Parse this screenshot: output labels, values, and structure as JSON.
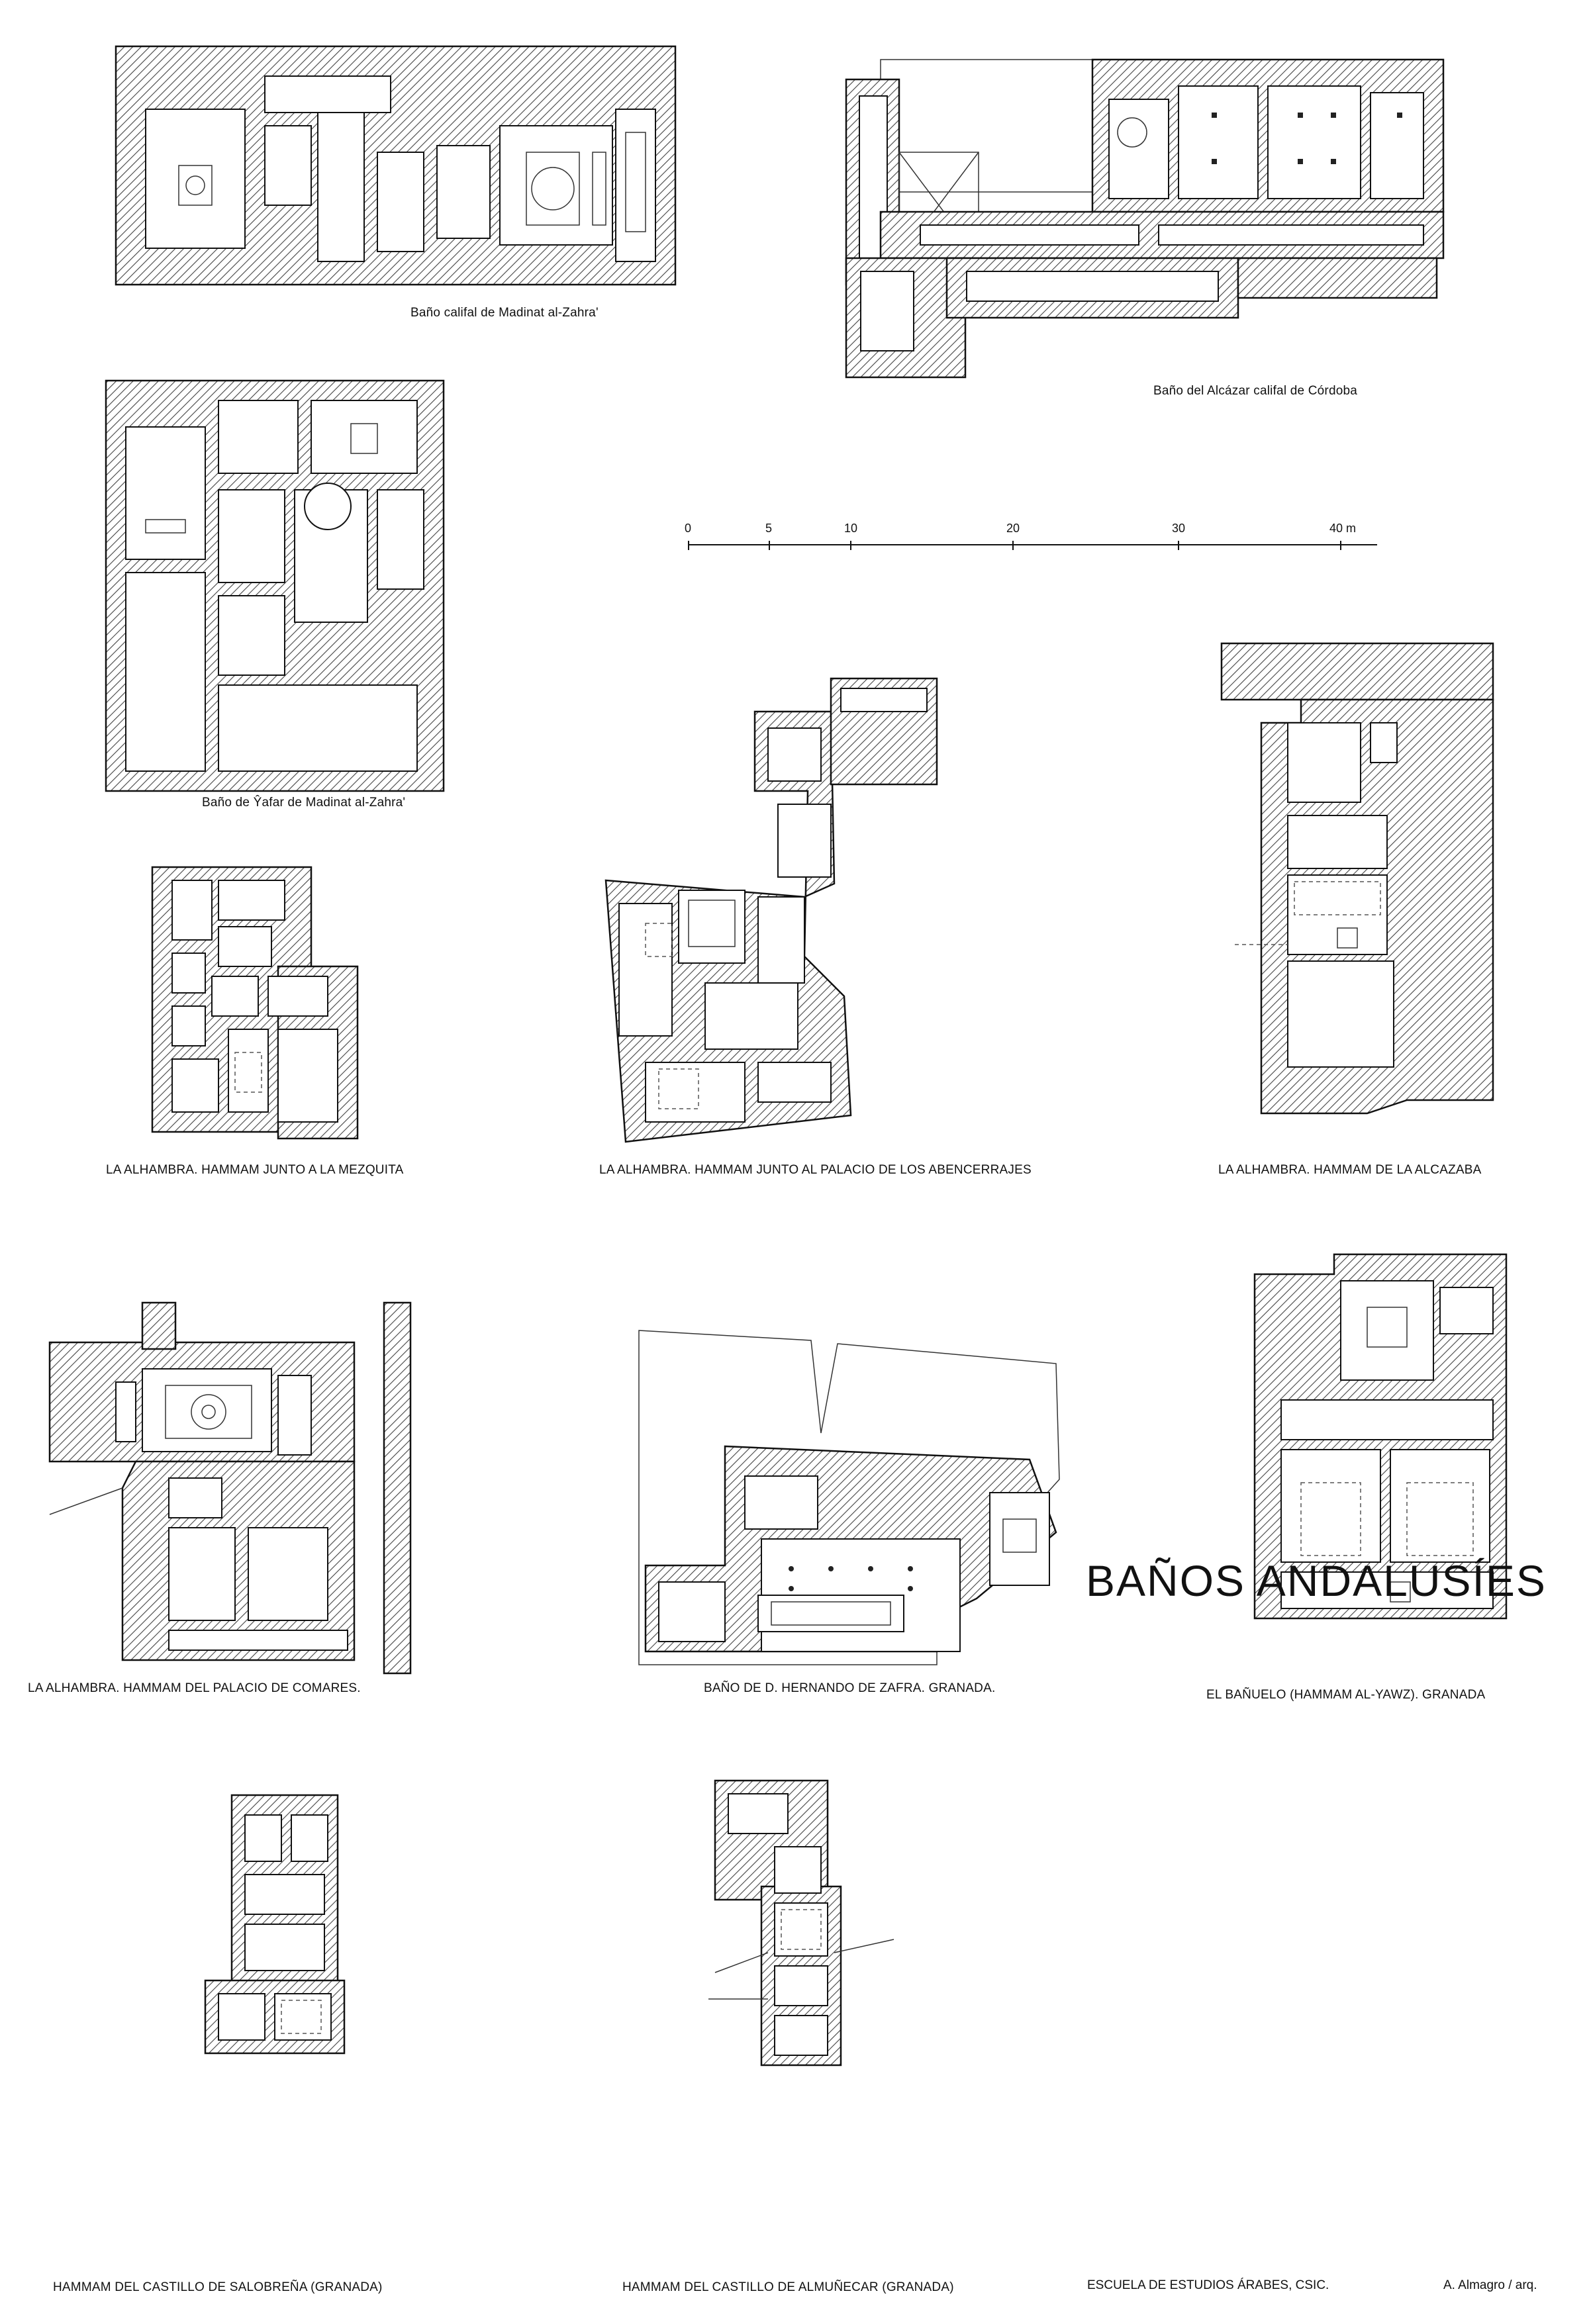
{
  "title": "BAÑOS ANDALUSÍES",
  "institution": "ESCUELA DE ESTUDIOS ÁRABES, CSIC.",
  "author": "A. Almagro / arq.",
  "scale": {
    "ticks": [
      "0",
      "5",
      "10",
      "20",
      "30",
      "40 m"
    ]
  },
  "plans": [
    {
      "caption": "Baño califal de Madinat al-Zahra'"
    },
    {
      "caption": "Baño del Alcázar califal de Córdoba"
    },
    {
      "caption": "Baño de Ŷafar de Madinat al-Zahra'"
    },
    {
      "caption": "LA ALHAMBRA. HAMMAM JUNTO A LA MEZQUITA"
    },
    {
      "caption": "LA ALHAMBRA. HAMMAM JUNTO AL PALACIO DE LOS ABENCERRAJES"
    },
    {
      "caption": "LA ALHAMBRA. HAMMAM DE LA ALCAZABA"
    },
    {
      "caption": "LA ALHAMBRA. HAMMAM DEL PALACIO DE COMARES."
    },
    {
      "caption": "BAÑO DE D. HERNANDO DE ZAFRA. GRANADA."
    },
    {
      "caption": "EL BAÑUELO (HAMMAM AL-YAWZ). GRANADA"
    },
    {
      "caption": "HAMMAM DEL CASTILLO DE SALOBREÑA (GRANADA)"
    },
    {
      "caption": "HAMMAM DEL CASTILLO DE ALMUÑECAR (GRANADA)"
    }
  ]
}
